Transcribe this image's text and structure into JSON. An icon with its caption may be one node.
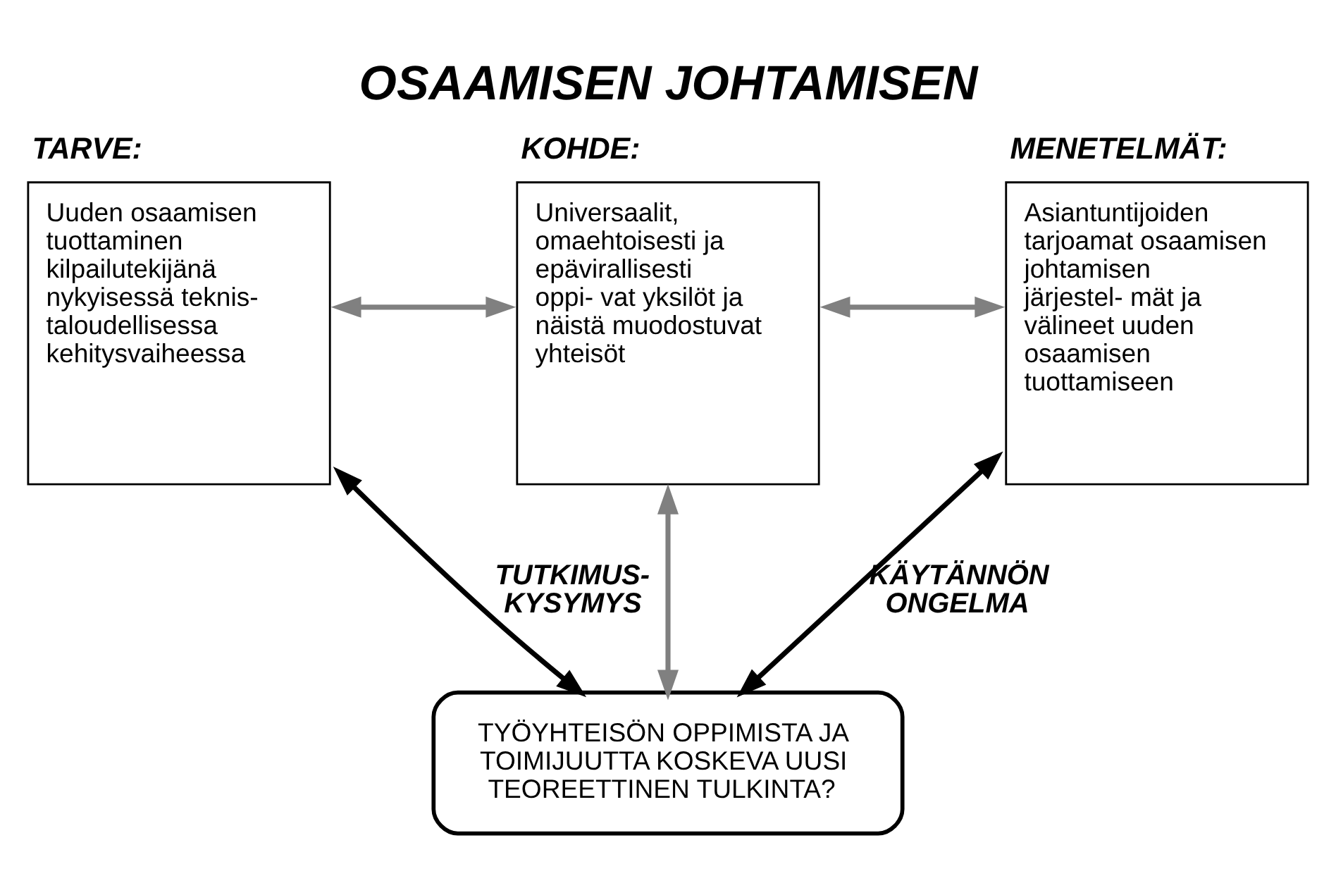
{
  "diagram": {
    "title": "OSAAMISEN JOHTAMISEN",
    "nodes": [
      {
        "text": [
          "TARVE:",
          "Uuden osaamisen tuottaminen kilpailutekijänä nykyisessä teknis- taloudellisessa kehitysvaiheessa"
        ]
      },
      {
        "text": [
          "KOHDE:",
          "Universaalit, omaehtoisesti ja epävirallisesti oppi- vat yksilöt ja näistä muodostuvat yhteisöt"
        ]
      },
      {
        "text": [
          "MENETELMÄT:",
          "Asiantuntijoiden tarjoamat osaamisen johtamisen järjestel- mät ja välineet uuden osaamisen tuottamiseen"
        ]
      },
      {
        "text": [
          "TYÖYHTEISÖN OPPIMISTA JA TOIMIJUUTTA KOSKEVA UUSI TEOREETTINEN TULKINTA?"
        ]
      }
    ],
    "edges": [
      {
        "from": 0,
        "to": 1,
        "arrow": "both",
        "color": "#808080"
      },
      {
        "from": 1,
        "to": 2,
        "arrow": "both",
        "color": "#808080"
      },
      {
        "from": 1,
        "to": 3,
        "arrow": "both",
        "color": "#808080"
      },
      {
        "from": 0,
        "to": 3,
        "arrow": "both",
        "label": "TUTKIMUS- KYSYMYS",
        "color": "#000000"
      },
      {
        "from": 2,
        "to": 3,
        "arrow": "both",
        "label": "KÄYTÄNNÖN ONGELMA",
        "color": "#000000"
      }
    ]
  }
}
